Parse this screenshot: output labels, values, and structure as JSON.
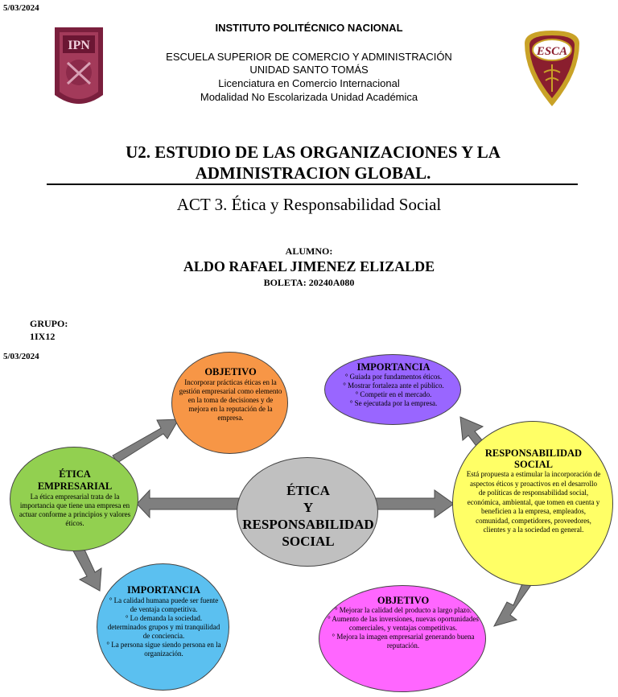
{
  "header": {
    "date_top": "5/03/2024",
    "institute": "INSTITUTO POLITÉCNICO NACIONAL",
    "lines": [
      "ESCUELA SUPERIOR DE COMERCIO Y ADMINISTRACIÓN",
      "UNIDAD SANTO TOMÁS",
      "Licenciatura en Comercio Internacional",
      "Modalidad No Escolarizada Unidad Académica"
    ],
    "logo_left_text": "IPN",
    "logo_right_text": "ESCA"
  },
  "title": {
    "line1": "U2. ESTUDIO DE LAS ORGANIZACIONES Y LA",
    "line2": "ADMINISTRACION GLOBAL.",
    "subtitle": "ACT 3. Ética y Responsabilidad Social"
  },
  "student": {
    "label": "ALUMNO:",
    "name": "ALDO RAFAEL JIMENEZ ELIZALDE",
    "boleta": "BOLETA: 20240A080",
    "group_label": "GRUPO:",
    "group": "1IX12",
    "date_bottom": "5/03/2024"
  },
  "diagram": {
    "center": {
      "l1": "ÉTICA",
      "l2": "Y",
      "l3": "RESPONSABILIDAD",
      "l4": "SOCIAL"
    },
    "etica": {
      "title1": "ÉTICA",
      "title2": "EMPRESARIAL",
      "body": "La ética empresarial trata de la importancia que tiene una empresa en actuar conforme a principios y valores éticos."
    },
    "objetivo_left": {
      "title": "OBJETIVO",
      "body": "Incorporar prácticas éticas en la gestión empresarial como elemento en la toma de decisiones y de mejora en la reputación de la empresa."
    },
    "importancia_left": {
      "title": "IMPORTANCIA",
      "items": [
        "° La calidad humana puede ser fuente de ventaja competitiva.",
        "° Lo demanda la sociedad. determinados grupos y mi tranquilidad de conciencia.",
        "° La persona sigue siendo persona en la organización."
      ]
    },
    "importancia_right": {
      "title": "IMPORTANCIA",
      "items": [
        "° Guiada por fundamentos éticos.",
        "° Mostrar fortaleza ante el público.",
        "° Competir en el mercado.",
        "° Se ejecutada por la empresa."
      ]
    },
    "responsabilidad": {
      "title1": "RESPONSABILIDAD",
      "title2": "SOCIAL",
      "body": "Está propuesta a estimular la incorporación de aspectos éticos y proactivos en el desarrollo de políticas de responsabilidad social, económica, ambiental, que tomen en cuenta y beneficien a la empresa, empleados, comunidad, competidores, proveedores, clientes y a la sociedad en general."
    },
    "objetivo_right": {
      "title": "OBJETIVO",
      "items": [
        "° Mejorar la calidad del producto a largo plazo.",
        "° Aumento de las inversiones, nuevas oportunidades comerciales, y ventajas competitivas.",
        "° Mejora la imagen empresarial generando buena reputación."
      ]
    },
    "colors": {
      "center": "#c0c0c0",
      "etica": "#92d050",
      "objetivo_left": "#f79646",
      "importancia_left": "#5bc0f0",
      "importancia_right": "#9966ff",
      "responsabilidad": "#ffff66",
      "objetivo_right": "#ff66ff",
      "arrow": "#7f7f7f"
    }
  }
}
